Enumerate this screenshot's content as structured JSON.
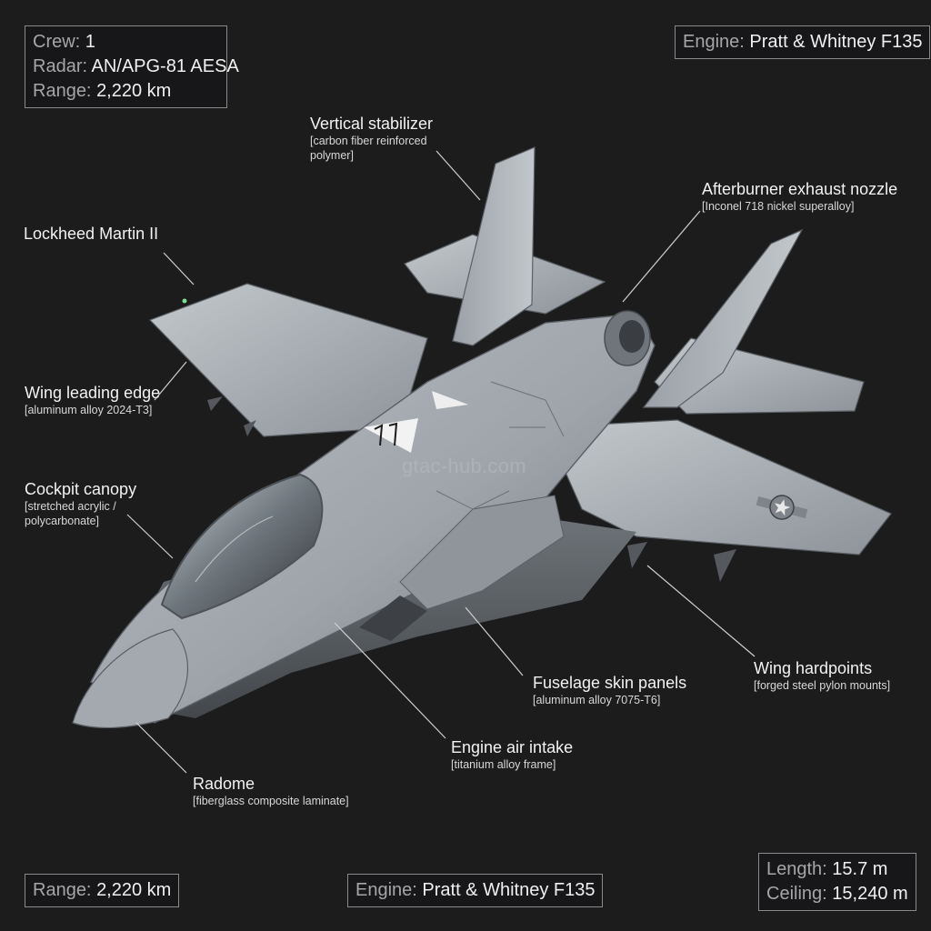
{
  "spec_boxes": {
    "top_left": [
      {
        "key": "Crew: ",
        "value": "1"
      },
      {
        "key": "Radar: ",
        "value": "AN/APG-81 AESA"
      },
      {
        "key": "Range: ",
        "value": "2,220 km"
      }
    ],
    "top_right": {
      "key": "Engine: ",
      "value": "Pratt & Whitney F135"
    },
    "bottom_left": {
      "key": "Range: ",
      "value": "2,220 km"
    },
    "bottom_center": {
      "key": "Engine: ",
      "value": "Pratt & Whitney F135"
    },
    "bottom_right": [
      {
        "key": "Length: ",
        "value": "15.7 m"
      },
      {
        "key": "Ceiling: ",
        "value": "15,240 m"
      }
    ]
  },
  "callouts": {
    "vertical_stabilizer": {
      "title": "Vertical stabilizer",
      "sub": "[carbon fiber reinforced polymer]"
    },
    "afterburner": {
      "title": "Afterburner exhaust nozzle",
      "sub": "[Inconel 718 nickel superalloy]"
    },
    "manufacturer": {
      "title": "Lockheed Martin II"
    },
    "wing_leading_edge": {
      "title": "Wing leading edge",
      "sub": "[aluminum alloy 2024-T3]"
    },
    "cockpit_canopy": {
      "title": "Cockpit canopy",
      "sub": "[stretched acrylic / polycarbonate]"
    },
    "wing_hardpoints": {
      "title": "Wing hardpoints",
      "sub": "[forged steel pylon mounts]"
    },
    "fuselage_skin": {
      "title": "Fuselage skin panels",
      "sub": "[aluminum alloy 7075-T6]"
    },
    "engine_intake": {
      "title": "Engine air intake",
      "sub": "[titanium alloy frame]"
    },
    "radome": {
      "title": "Radome",
      "sub": "[fiberglass composite laminate]"
    }
  },
  "watermark": "gtac-hub.com",
  "colors": {
    "background": "#1c1c1d",
    "airframe": "#9aa0a6",
    "box_border": "#8a8a8a",
    "leader_line": "#d0d0d0"
  }
}
